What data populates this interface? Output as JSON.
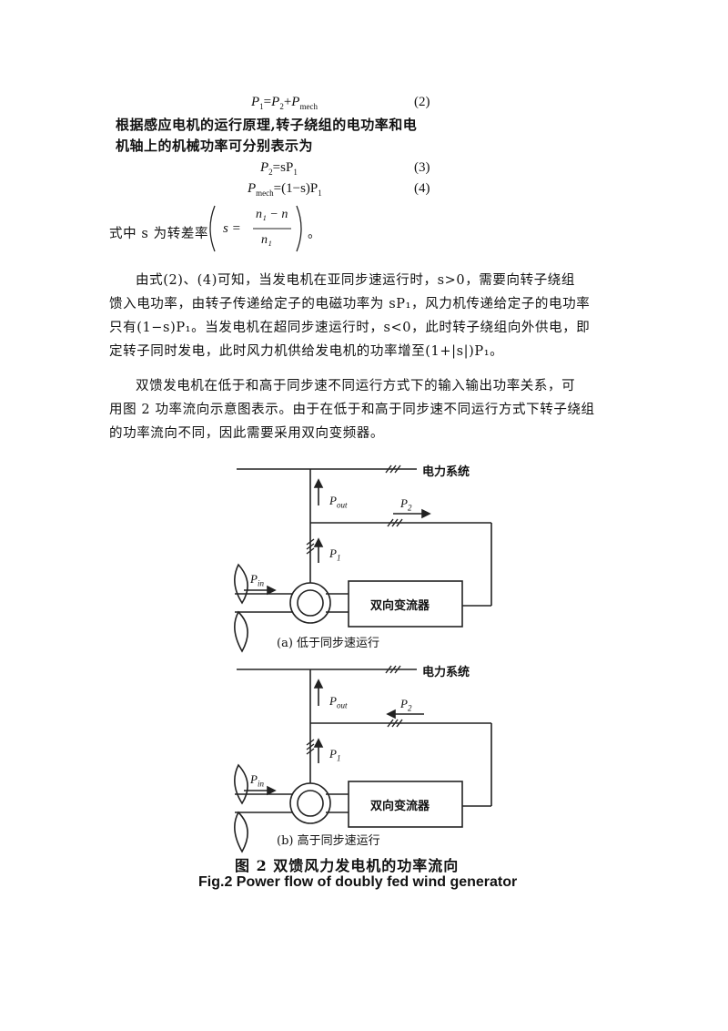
{
  "equations": {
    "eq2": {
      "lhs": "P",
      "lhs_sub": "1",
      "eq": "=",
      "t1": "P",
      "t1_sub": "2",
      "plus": "+",
      "t2": "P",
      "t2_sub": "mech",
      "num": "(2)"
    },
    "intro": [
      "根据感应电机的运行原理,转子绕组的电功率和电",
      "机轴上的机械功率可分别表示为"
    ],
    "eq3": {
      "lhs": "P",
      "lhs_sub": "2",
      "rhs": "=sP",
      "rhs_sub": "1",
      "num": "(3)"
    },
    "eq4": {
      "lhs": "P",
      "lhs_sub": "mech",
      "rhs": "=(1−s)P",
      "rhs_sub": "1",
      "num": "(4)"
    }
  },
  "slip_def": {
    "prefix": "式中 s 为转差率",
    "s_eq": "s =",
    "numerator": "n₁ − n",
    "denominator": "n₁",
    "suffix": "。"
  },
  "paragraph1": [
    "由式(2)、(4)可知，当发电机在亚同步速运行时，s>0，需要向转子绕组",
    "馈入电功率，由转子传递给定子的电磁功率为 sP₁，风力机传递给定子的电功率",
    "只有(1−s)P₁。当发电机在超同步速运行时，s<0，此时转子绕组向外供电，即",
    "定转子同时发电，此时风力机供给发电机的功率增至(1+|s|)P₁。"
  ],
  "paragraph2": [
    "双馈发电机在低于和高于同步速不同运行方式下的输入输出功率关系，可",
    "用图 2 功率流向示意图表示。由于在低于和高于同步速不同运行方式下转子绕组",
    "的功率流向不同，因此需要采用双向变频器。"
  ],
  "diagram": {
    "grid_label": "电力系统",
    "converter_label": "双向变流器",
    "p_out": "P",
    "p_out_sub": "out",
    "p2": "P",
    "p2_sub": "2",
    "p1": "P",
    "p1_sub": "1",
    "p_in": "P",
    "p_in_sub": "in",
    "sub_a": "(a)   低于同步速运行",
    "sub_b": "(b)   高于同步速运行"
  },
  "caption": {
    "cn": "图 2   双馈风力发电机的功率流向",
    "en": "Fig.2    Power flow of doubly fed wind generator"
  }
}
